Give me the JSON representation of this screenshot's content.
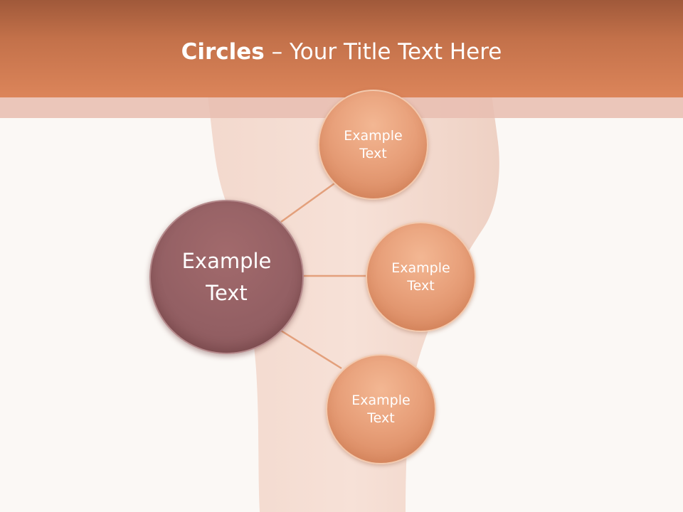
{
  "header": {
    "title_bold": "Circles",
    "title_rest": " – Your Title Text Here"
  },
  "diagram": {
    "center": {
      "label_line1": "Example",
      "label_line2": "Text"
    },
    "nodes": [
      {
        "label_line1": "Example",
        "label_line2": "Text"
      },
      {
        "label_line1": "Example",
        "label_line2": "Text"
      },
      {
        "label_line1": "Example",
        "label_line2": "Text"
      }
    ]
  },
  "colors": {
    "header": "#dc855a",
    "center_circle": "#946064",
    "node_circle": "#e8a07a",
    "connector": "#e3a07c",
    "background": "#fbf8f5"
  }
}
